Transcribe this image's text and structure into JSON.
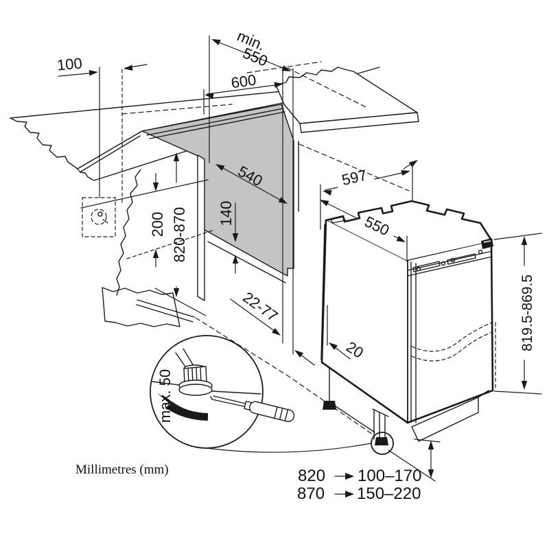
{
  "note": "Millimetres (mm)",
  "colors": {
    "line": "#1a1a1a",
    "panel_gray": "#c4c4c4",
    "background": "#ffffff"
  },
  "dims": {
    "gap100": "100",
    "min_label": "min.",
    "min_value": "550",
    "counter600": "600",
    "niche540": "540",
    "plinth140": "140",
    "socket200": "200",
    "niche_height": "820-870",
    "recess2277": "22-77",
    "width597": "597",
    "depth550": "550",
    "gap20": "20",
    "total_height": "819.5-869.5",
    "foot_max": "max. 50"
  },
  "table": {
    "rows": [
      {
        "niche": "820",
        "range": "100–170"
      },
      {
        "niche": "870",
        "range": "150–220"
      }
    ]
  }
}
